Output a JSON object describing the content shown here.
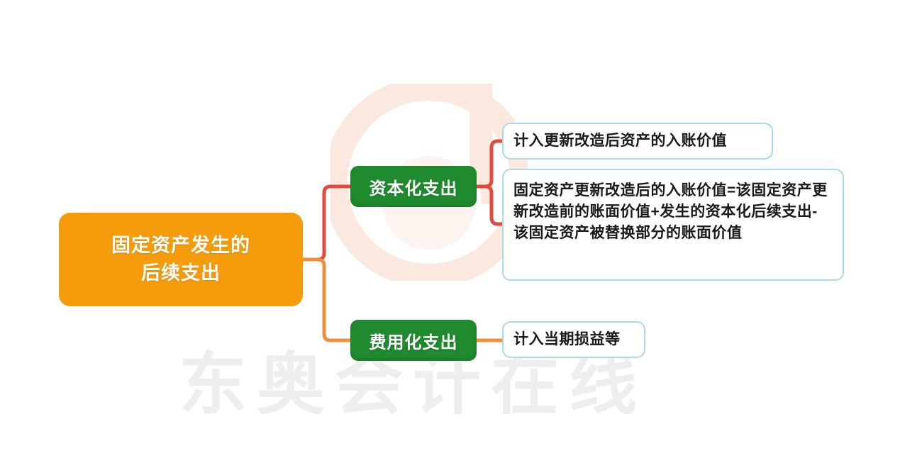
{
  "diagram": {
    "type": "mind-map",
    "orientation": "left-to-right",
    "background_color": "#ffffff",
    "root": {
      "label": "固定资产发生的\n后续支出",
      "color": "#f59c0c"
    },
    "branches": [
      {
        "label": "资本化支出",
        "color": "#1f8a2e",
        "connector_color": "#e04a3f",
        "children": [
          {
            "label": "计入更新改造后资产的入账价值"
          },
          {
            "label": "固定资产更新改造后的入账价值=该固定资产更新改造前的账面价值+发生的资本化后续支出-该固定资产被替换部分的账面价值"
          }
        ]
      },
      {
        "label": "费用化支出",
        "color": "#1f8a2e",
        "connector_color": "#ef8f3c",
        "children": [
          {
            "label": "计入当期损益等"
          }
        ]
      }
    ],
    "leaf_border_color": "#a9d9ea",
    "trunk_color": "#f5a623"
  },
  "watermark": {
    "text": "东奥会计在线",
    "text_color": "#eeeeee",
    "logo_name": "dongao-d-logo",
    "logo_color": "#f9ece6"
  }
}
